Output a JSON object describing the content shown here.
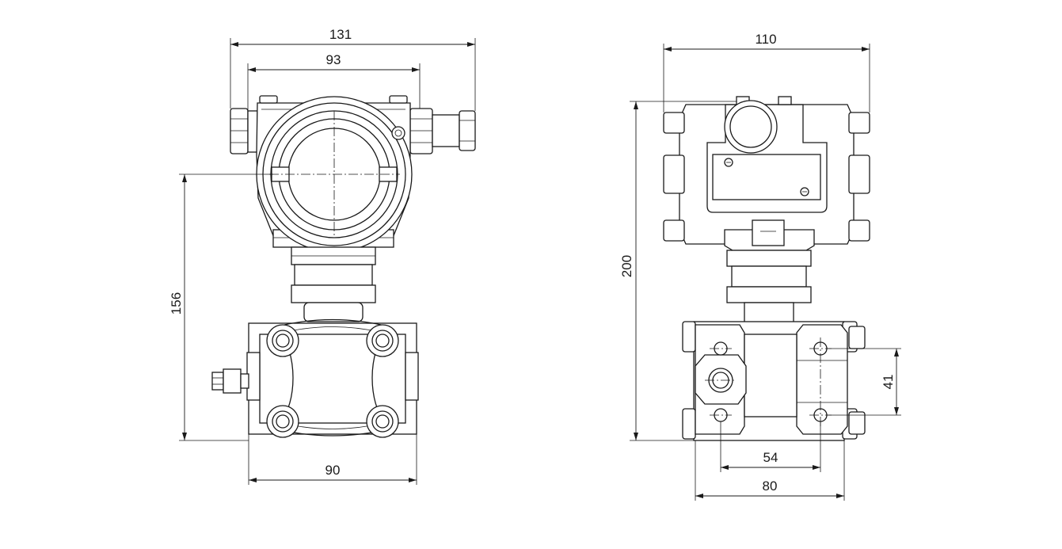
{
  "dimensions": {
    "front_total_width": "131",
    "front_housing_width": "93",
    "front_height": "156",
    "front_flange_width": "90",
    "side_total_width": "110",
    "side_height": "200",
    "side_bolt_spacing_v": "41",
    "side_bolt_spacing_h": "54",
    "side_flange_width": "80"
  },
  "colors": {
    "line": "#1a1a1a",
    "background": "#ffffff"
  }
}
